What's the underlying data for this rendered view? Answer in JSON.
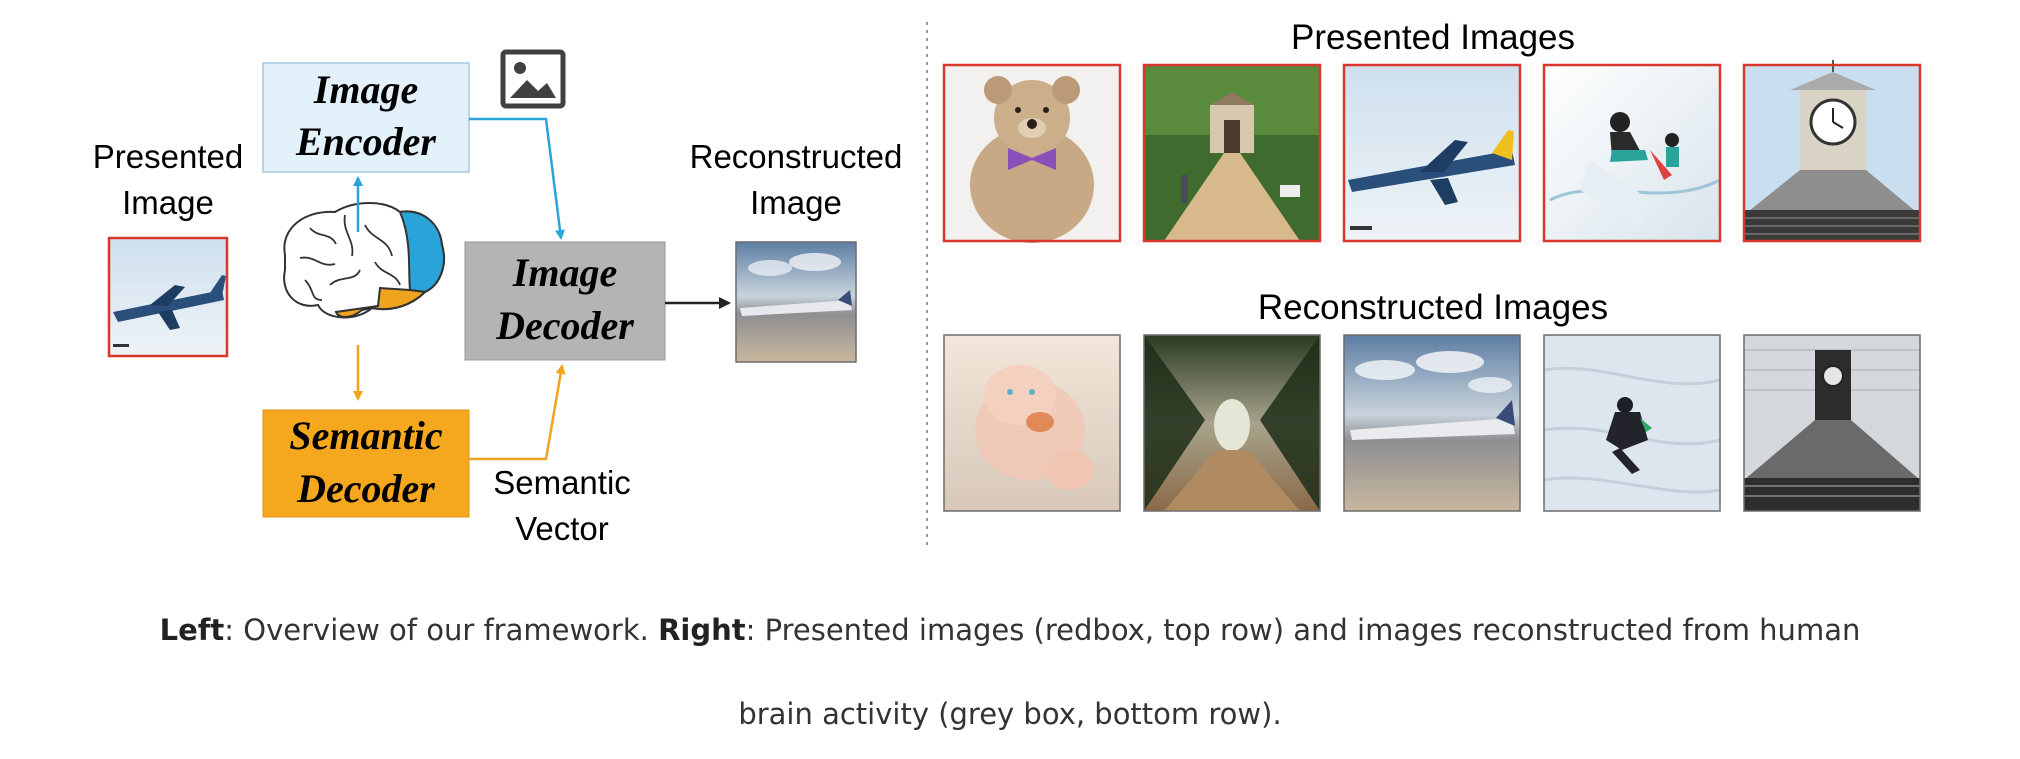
{
  "diagram": {
    "presented_label": [
      "Presented",
      "Image"
    ],
    "reconstructed_label": [
      "Reconstructed",
      "Image"
    ],
    "image_encoder": [
      "Image",
      "Encoder"
    ],
    "image_decoder": [
      "Image",
      "Decoder"
    ],
    "semantic_decoder": [
      "Semantic",
      "Decoder"
    ],
    "semantic_vector_label": [
      "Semantic",
      "Vector"
    ],
    "colors": {
      "encoder_fill": "#e3f1fb",
      "decoder_fill": "#b4b4b4",
      "semantic_fill": "#f5a81e",
      "blue_arrow": "#2aa3d8",
      "orange_arrow": "#f0a31c",
      "red_border": "#d9372c",
      "grey_border": "#6d6d6d"
    }
  },
  "gallery": {
    "top_title": "Presented Images",
    "bottom_title": "Reconstructed Images",
    "top_images": [
      "teddy-bear",
      "garden-path",
      "airplane",
      "snowboarder",
      "clock-tower"
    ],
    "bottom_images": [
      "teddy-bear-reconstruction",
      "garden-path-reconstruction",
      "airplane-reconstruction",
      "snowboarder-reconstruction",
      "clock-tower-reconstruction"
    ]
  },
  "caption": {
    "left_bold": "Left",
    "left_text": ": Overview of our framework. ",
    "right_bold": "Right",
    "right_text_1": ": Presented images (redbox, top row) and images reconstructed from human",
    "right_text_2": "brain activity (grey box, bottom row)."
  }
}
